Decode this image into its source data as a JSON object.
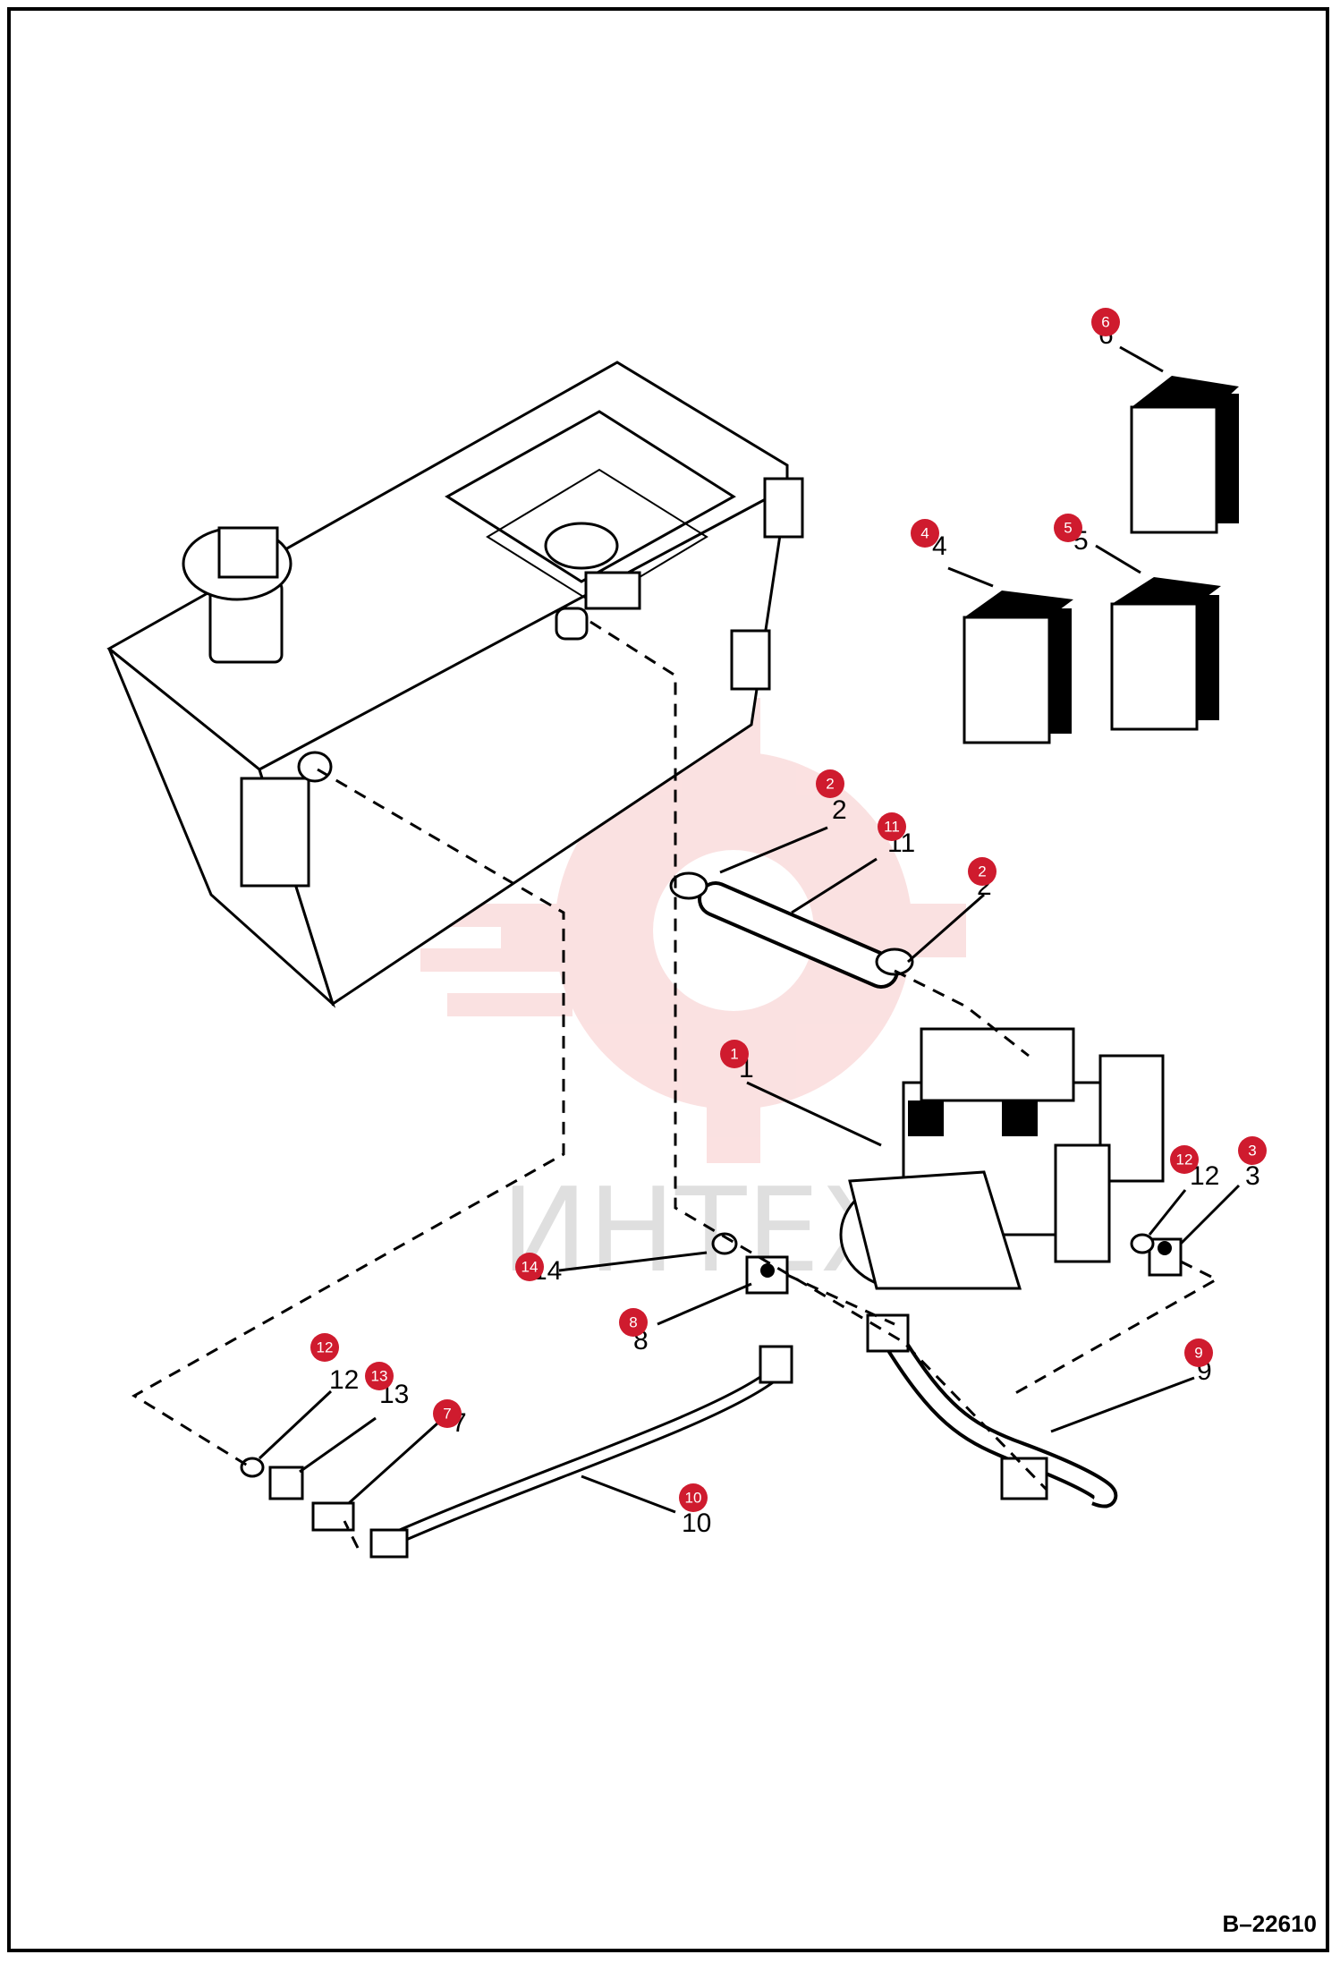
{
  "drawing_code": "B–22610",
  "watermark": {
    "text": "ИНТЕХ",
    "color": "#f7c9c9"
  },
  "callout_color": "#cf1b2e",
  "callouts": [
    {
      "label": "1",
      "text": "1"
    },
    {
      "label": "2a",
      "text": "2"
    },
    {
      "label": "2b",
      "text": "2"
    },
    {
      "label": "3",
      "text": "3"
    },
    {
      "label": "4",
      "text": "4"
    },
    {
      "label": "5",
      "text": "5"
    },
    {
      "label": "6",
      "text": "6"
    },
    {
      "label": "7",
      "text": "7"
    },
    {
      "label": "8",
      "text": "8"
    },
    {
      "label": "9",
      "text": "9"
    },
    {
      "label": "10",
      "text": "10"
    },
    {
      "label": "11",
      "text": "11"
    },
    {
      "label": "12a",
      "text": "12"
    },
    {
      "label": "12b",
      "text": "12"
    },
    {
      "label": "13",
      "text": "13"
    },
    {
      "label": "14",
      "text": "14"
    }
  ]
}
